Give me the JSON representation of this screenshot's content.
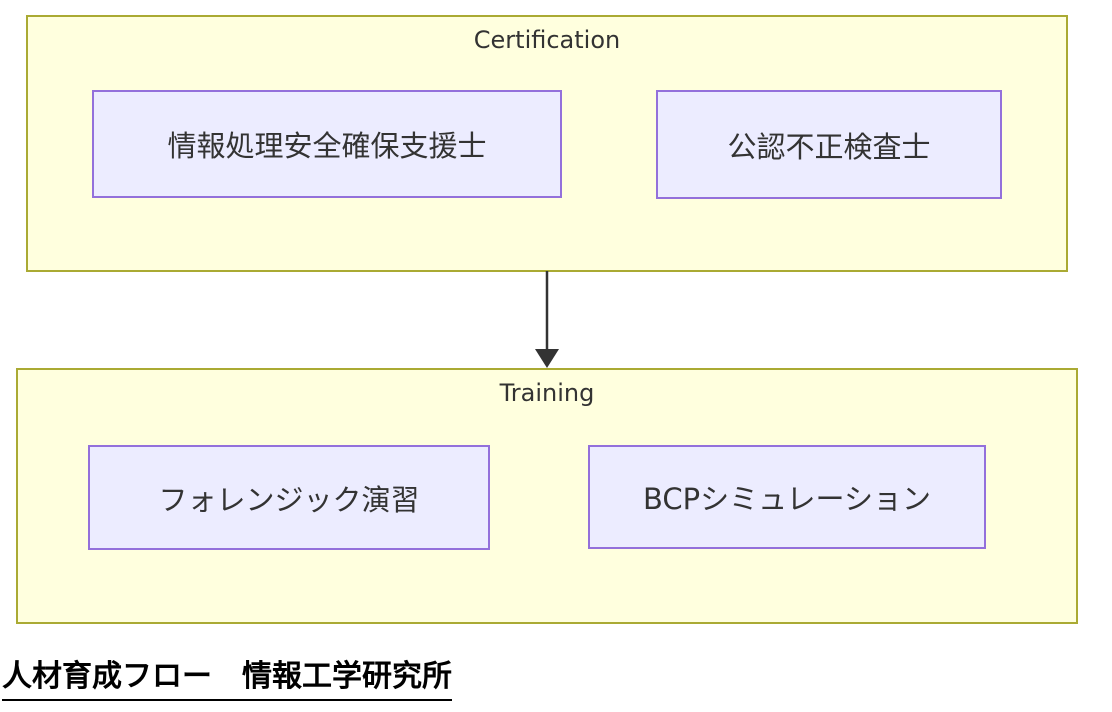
{
  "theme": {
    "background": "#ffffff",
    "cluster_fill": "#ffffde",
    "cluster_border": "#aaaa33",
    "node_fill": "#ECECFF",
    "node_border": "#9370DB",
    "label_color": "#333333",
    "arrow_color": "#333333",
    "title_color": "#000000"
  },
  "diagram": {
    "clusters": [
      {
        "id": "certification",
        "label": "Certification",
        "nodes": [
          {
            "label": "情報処理安全確保支援士"
          },
          {
            "label": "公認不正検査士"
          }
        ]
      },
      {
        "id": "training",
        "label": "Training",
        "nodes": [
          {
            "label": "フォレンジック演習"
          },
          {
            "label": "BCPシミュレーション"
          }
        ]
      }
    ],
    "edges": [
      {
        "from": "Certification",
        "to": "Training",
        "direction": "down",
        "arrowhead": "filled-triangle"
      }
    ],
    "title": "人材育成フロー　情報工学研究所"
  }
}
